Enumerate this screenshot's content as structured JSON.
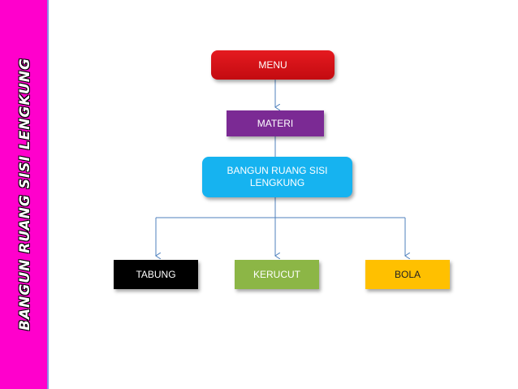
{
  "sidebar": {
    "title": "BANGUN RUANG SISI LENGKUNG"
  },
  "diagram": {
    "menu": "MENU",
    "materi": "MATERI",
    "bangun": "BANGUN RUANG SISI LENGKUNG",
    "tabung": "TABUNG",
    "kerucut": "KERUCUT",
    "bola": "BOLA"
  },
  "colors": {
    "sidebar": "#ff00cc",
    "menu": "#e51a20",
    "materi": "#7b2a94",
    "bangun": "#16b3f0",
    "tabung": "#000000",
    "kerucut": "#8cb646",
    "bola": "#ffc000",
    "connector": "#4f81bd"
  }
}
